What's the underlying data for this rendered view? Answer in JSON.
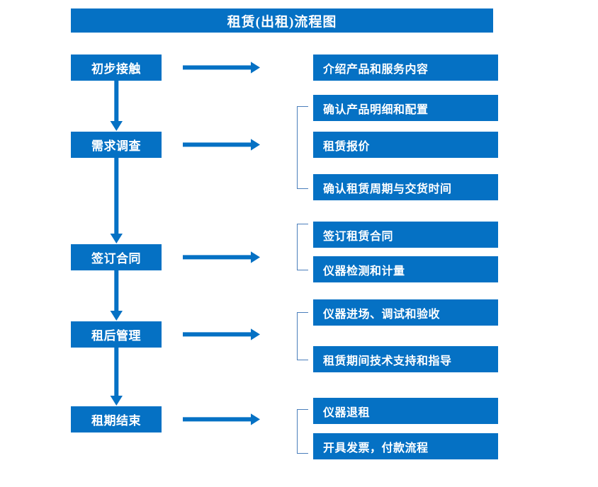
{
  "title": "租赁(出租)流程图",
  "colors": {
    "box_fill": "#0571c4",
    "box_text": "#ffffff",
    "arrow": "#0571c4",
    "bracket": "#4a7ebb",
    "background": "#ffffff"
  },
  "chart_data": {
    "type": "flowchart",
    "title": "租赁(出租)流程图",
    "orientation": "vertical-left-spine-with-right-details",
    "stages": [
      {
        "id": "stage-1",
        "label": "初步接触",
        "details": [
          "介绍产品和服务内容"
        ],
        "bracketed": false
      },
      {
        "id": "stage-2",
        "label": "需求调查",
        "details": [
          "确认产品明细和配置",
          "租赁报价",
          "确认租赁周期与交货时间"
        ],
        "bracketed": true
      },
      {
        "id": "stage-3",
        "label": "签订合同",
        "details": [
          "签订租赁合同",
          "仪器检测和计量"
        ],
        "bracketed": true
      },
      {
        "id": "stage-4",
        "label": "租后管理",
        "details": [
          "仪器进场、调试和验收",
          "租赁期间技术支持和指导"
        ],
        "bracketed": true
      },
      {
        "id": "stage-5",
        "label": "租期结束",
        "details": [
          "仪器退租",
          "开具发票，付款流程"
        ],
        "bracketed": true
      }
    ]
  },
  "stages": [
    {
      "label": "初步接触"
    },
    {
      "label": "需求调查"
    },
    {
      "label": "签订合同"
    },
    {
      "label": "租后管理"
    },
    {
      "label": "租期结束"
    }
  ],
  "details": [
    {
      "label": "介绍产品和服务内容"
    },
    {
      "label": "确认产品明细和配置"
    },
    {
      "label": "租赁报价"
    },
    {
      "label": "确认租赁周期与交货时间"
    },
    {
      "label": "签订租赁合同"
    },
    {
      "label": "仪器检测和计量"
    },
    {
      "label": "仪器进场、调试和验收"
    },
    {
      "label": "租赁期间技术支持和指导"
    },
    {
      "label": "仪器退租"
    },
    {
      "label": "开具发票，付款流程"
    }
  ],
  "icons": {
    "arrow_right": "right-arrow-icon",
    "arrow_down": "down-arrow-icon",
    "bracket": "group-bracket-icon"
  }
}
